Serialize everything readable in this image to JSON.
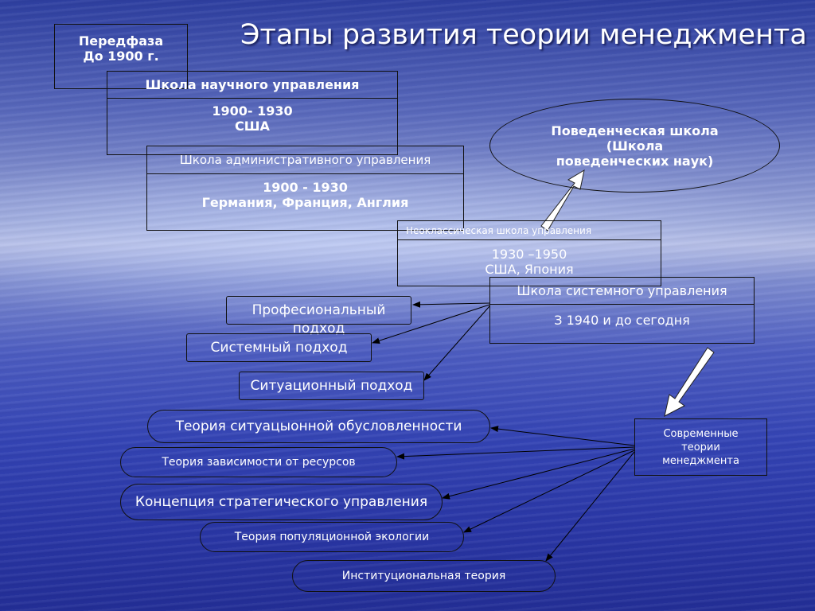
{
  "title": "Этапы развития теории менеджмента",
  "prephase": {
    "line1": "Передфаза",
    "line2": "До 1900 г."
  },
  "scientific": {
    "name": "Школа научного управления",
    "years": "1900- 1930",
    "country": "США"
  },
  "administrative": {
    "name": "Школа административного управления",
    "years": "1900 - 1930",
    "countries": "Германия, Франция, Англия"
  },
  "behavioral": {
    "line1": "Поведенческая школа",
    "line2": "(Школа",
    "line3": "поведенческих наук)"
  },
  "neoclassical": {
    "name": "Неоклассическая школа управления",
    "years": "1930 –1950",
    "countries": "США, Япония"
  },
  "systemic": {
    "name": "Школа системного управления",
    "period": "З 1940 и до сегодня"
  },
  "approaches": [
    "Професиональный подход",
    "Системный подход",
    "Ситуационный подход"
  ],
  "modern": {
    "line1": "Современные",
    "line2": "теории",
    "line3": "менеджмента"
  },
  "theories": [
    "Теория ситуацыонной обусловленности",
    "Теория зависимости от ресурсов",
    "Концепция стратегического управления",
    "Теория популяционной экологии",
    "Институциональная теория"
  ],
  "colors": {
    "text": "#ffffff",
    "border": "#111111",
    "arrow_fill": "#ffffff"
  }
}
